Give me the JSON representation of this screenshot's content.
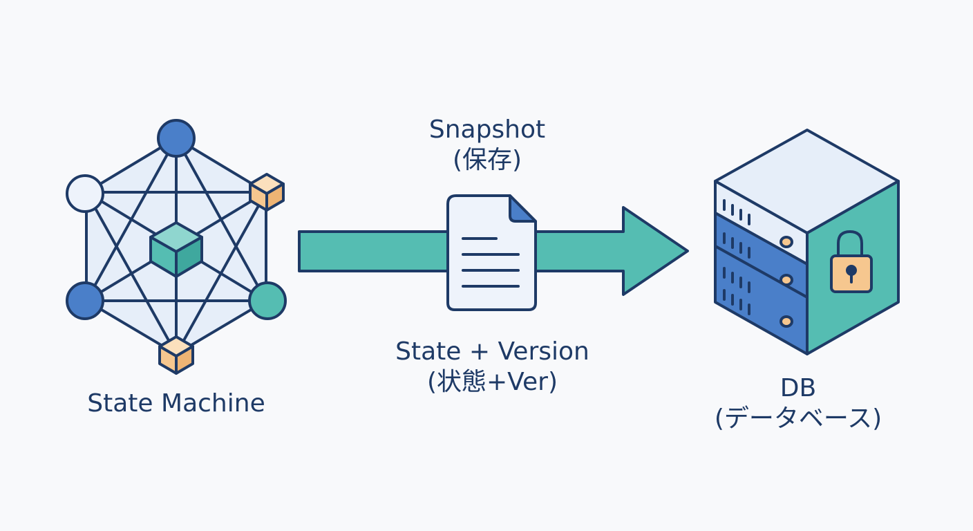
{
  "colors": {
    "outline": "#1e3a66",
    "blue": "#4a7fc9",
    "teal": "#55bdb2",
    "orange": "#f6c78f",
    "pale_blue": "#e6eef9",
    "white": "#ffffff",
    "background": "#f8f9fb"
  },
  "state_machine": {
    "label": "State Machine",
    "icons": [
      "hexagon-graph-icon",
      "cube-icon",
      "node-circle-icon"
    ]
  },
  "snapshot": {
    "title": "Snapshot",
    "subtitle": "(保存)",
    "icon": "document-icon"
  },
  "payload": {
    "line1": "State + Version",
    "line2": "(状態+Ver)",
    "icon": "arrow-right-icon"
  },
  "database": {
    "title": "DB",
    "subtitle": "(データベース)",
    "icons": [
      "server-cube-icon",
      "padlock-icon"
    ]
  }
}
